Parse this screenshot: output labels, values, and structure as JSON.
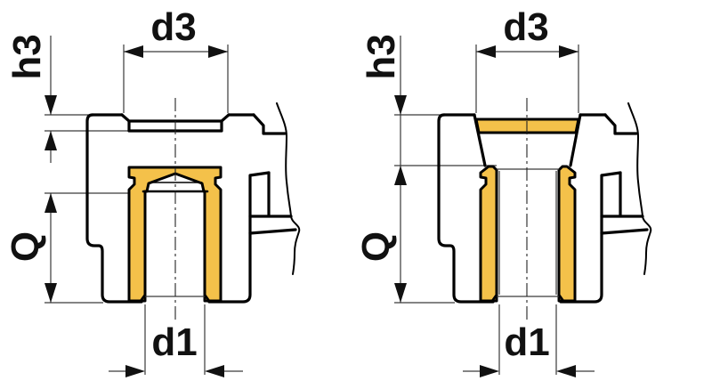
{
  "views": [
    {
      "name": "section-view-closed-insert",
      "labels": {
        "d3": "d3",
        "h3": "h3",
        "q": "Q",
        "d1": "d1"
      }
    },
    {
      "name": "section-view-open-insert-countersink",
      "labels": {
        "d3": "d3",
        "h3": "h3",
        "q": "Q",
        "d1": "d1"
      }
    }
  ],
  "colors": {
    "insert_fill": "#F4C14A",
    "outline": "#000000",
    "dim": "#3a3a3a",
    "background": "#ffffff"
  }
}
